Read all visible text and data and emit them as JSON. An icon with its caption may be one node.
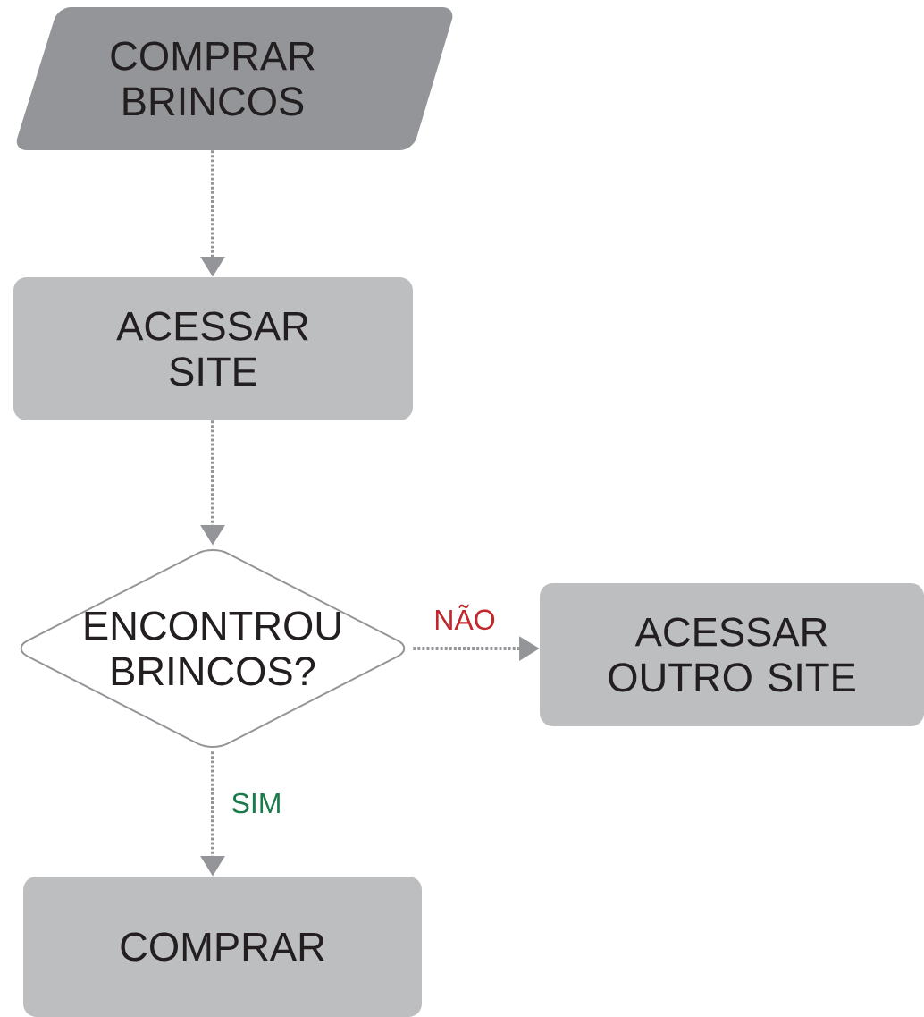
{
  "diagram": {
    "nodes": [
      {
        "text": [
          "COMPRAR BRINCOS"
        ]
      },
      {
        "text": [
          "ACESSAR SITE"
        ]
      },
      {
        "text": [
          "ENCONTROU BRINCOS?"
        ]
      },
      {
        "text": [
          "ACESSAR OUTRO SITE"
        ]
      },
      {
        "text": [
          "COMPRAR"
        ]
      }
    ],
    "edges": [
      {
        "from": 0,
        "to": 1,
        "arrow": "to"
      },
      {
        "from": 1,
        "to": 2,
        "arrow": "to"
      },
      {
        "from": 2,
        "to": 3,
        "arrow": "to",
        "label": "NÃO"
      },
      {
        "from": 2,
        "to": 4,
        "arrow": "to",
        "label": "SIM"
      }
    ]
  }
}
